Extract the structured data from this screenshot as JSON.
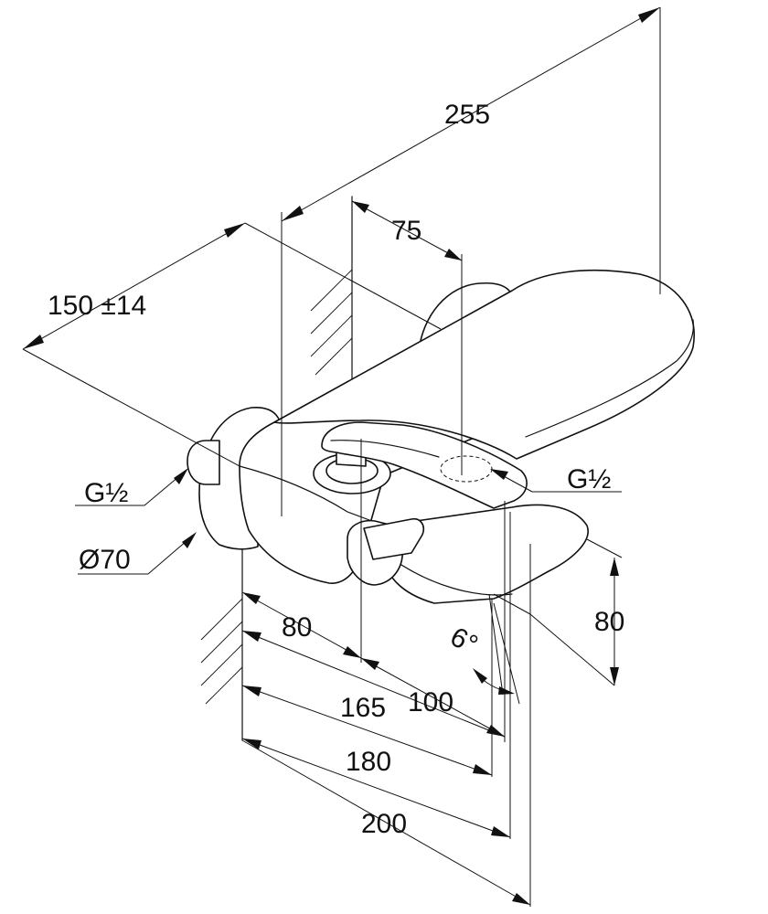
{
  "dimensions": {
    "overall_length": "255",
    "projection": "150 ±14",
    "handle_offset": "75",
    "thread_inlet": "G½",
    "thread_outlet": "G½",
    "rosette_diameter": "Ø70",
    "height": "80",
    "tilt_angle": "6°",
    "depth_80": "80",
    "depth_165": "165",
    "depth_100": "100",
    "depth_180": "180",
    "depth_200": "200"
  }
}
